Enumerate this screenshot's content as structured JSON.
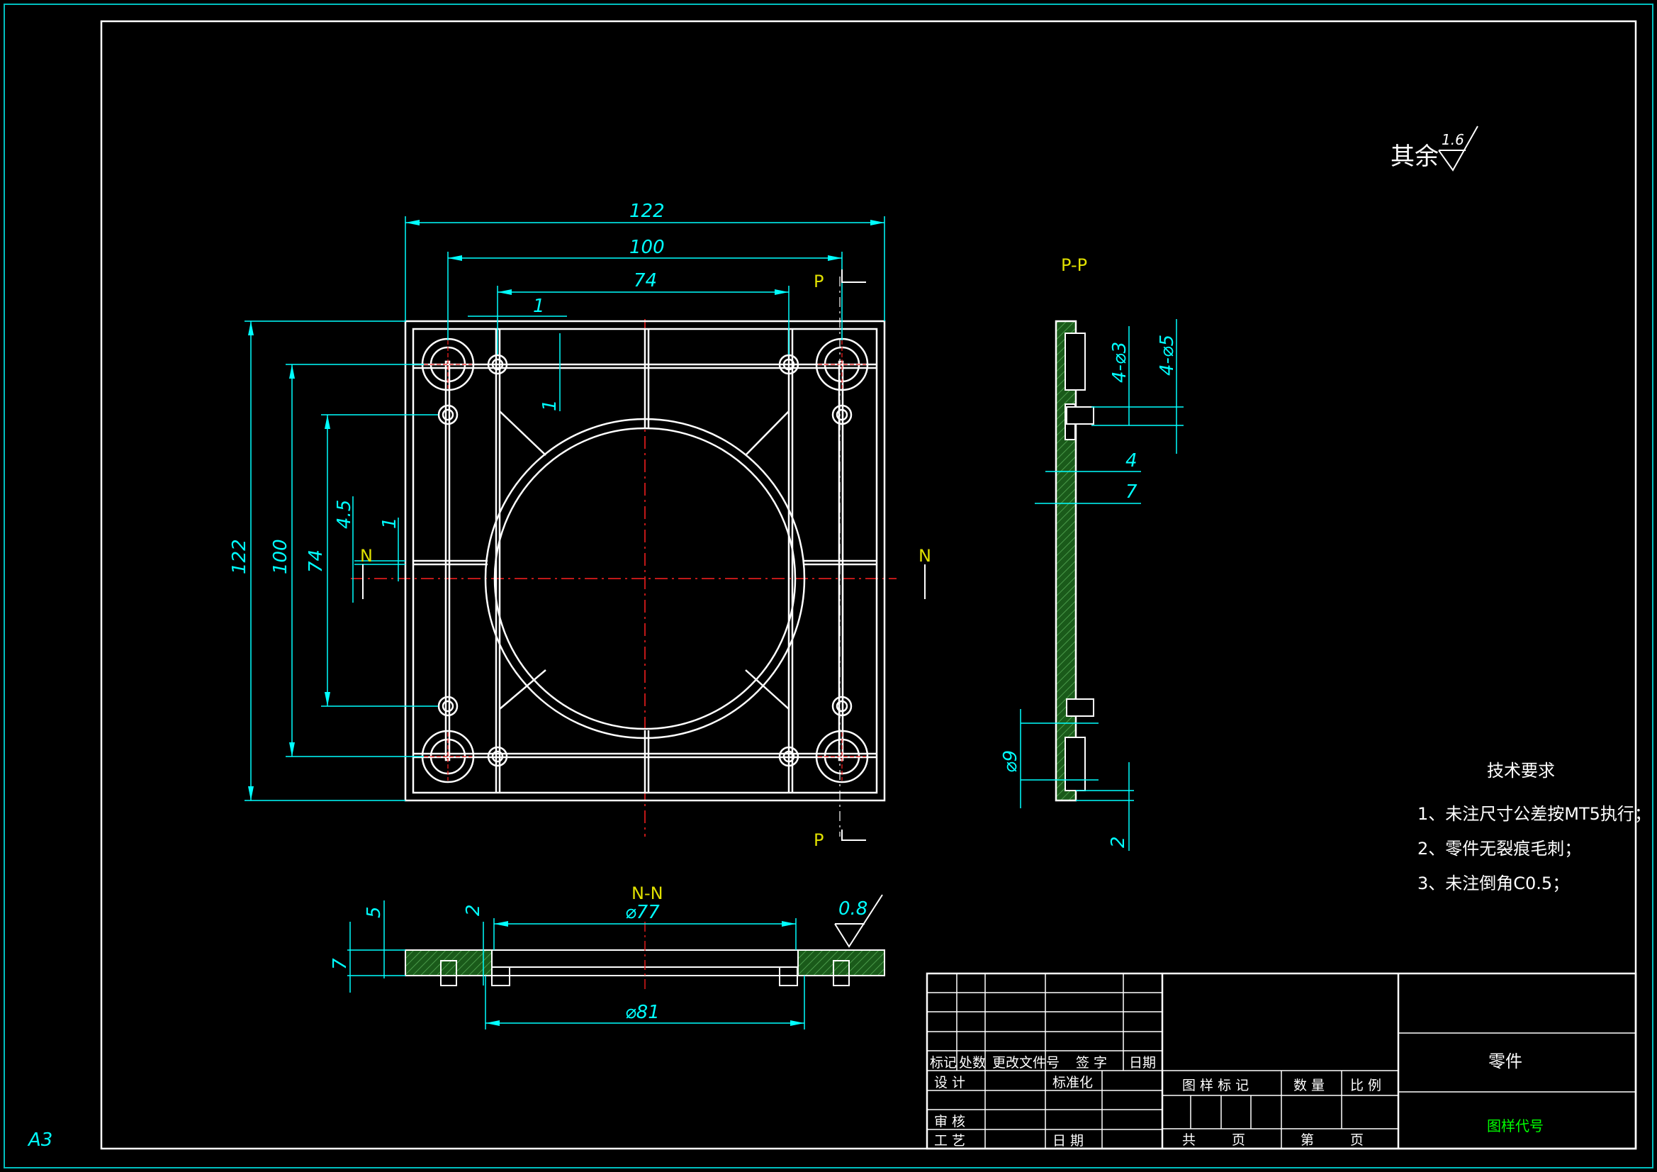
{
  "sheet": {
    "size_label": "A3"
  },
  "roughness": {
    "prefix": "其余",
    "value": "1.6"
  },
  "plan_view": {
    "dims": {
      "width_overall": "122",
      "width_holes": "100",
      "width_inner": "74",
      "offset_x": "1",
      "height_overall": "122",
      "height_holes": "100",
      "height_inner": "74",
      "offset_y": "1",
      "rib_left": "4.5",
      "rib_small": "1"
    },
    "section_marks": {
      "p_top": "P",
      "p_bottom": "P",
      "n_left": "N",
      "n_right": "N"
    }
  },
  "section_pp": {
    "title": "P-P",
    "dims": {
      "hole_small": "4-⌀3",
      "hole_large": "4-⌀5",
      "depth_4": "4",
      "depth_7": "7",
      "dia_9": "⌀9",
      "thick_2": "2"
    }
  },
  "section_nn": {
    "title": "N-N",
    "dims": {
      "dia_77": "⌀77",
      "dia_81": "⌀81",
      "h_5": "5",
      "h_7": "7",
      "h_2": "2"
    },
    "roughness_value": "0.8"
  },
  "tech_requirements": {
    "title": "技术要求",
    "items": [
      "1、未注尺寸公差按MT5执行；",
      "2、零件无裂痕毛刺；",
      "3、未注倒角C0.5；"
    ]
  },
  "title_block": {
    "headers": [
      "标记",
      "处数",
      "更改文件号",
      "签 字",
      "日期"
    ],
    "rows": [
      "设 计",
      "标准化",
      "审 核",
      "工 艺",
      "日 期"
    ],
    "mid": [
      "图 样 标 记",
      "数 量",
      "比 例",
      "共",
      "页",
      "第",
      "页"
    ],
    "part_name": "零件",
    "drawing_no": "图样代号"
  },
  "colors": {
    "outline": "#ffffff",
    "dimension": "#00ffff",
    "center": "#ff2020",
    "label": "#e0e000",
    "hatch": "#1f6f1f",
    "drawing_no": "#00ff00"
  }
}
